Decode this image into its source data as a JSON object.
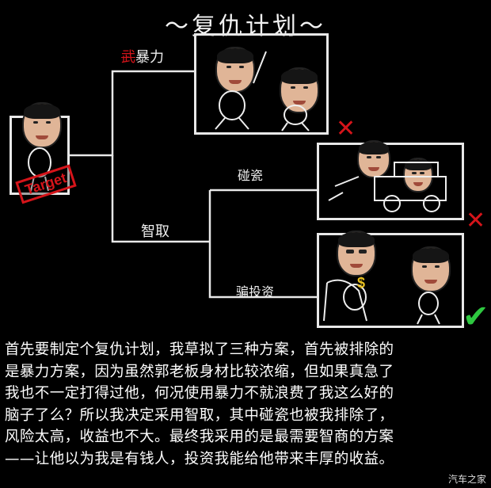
{
  "title": "～复仇计划～",
  "branches": {
    "violence": {
      "struck": "武",
      "label": "暴力"
    },
    "wisdom": {
      "label": "智取"
    },
    "porcelain": {
      "label": "碰瓷"
    },
    "scam": {
      "label": "骗投资"
    }
  },
  "target_tag": "Target",
  "caption_lines": [
    "首先要制定个复仇计划，我草拟了三种方案，首先被排除的",
    "是暴力方案，因为虽然郭老板身材比较浓缩，但如果真急了",
    "我也不一定打得过他，何况使用暴力不就浪费了我这么好的",
    "脑子了么？所以我决定采用智取，其中碰瓷也被我排除了，",
    "风险太高，收益也不大。最终我采用的是最需要智商的方案",
    "——让他以为我是有钱人，投资我能给他带来丰厚的收益。"
  ],
  "watermark": "汽车之家",
  "colors": {
    "background": "#000000",
    "reject": "#d5141a",
    "approve": "#2ec840",
    "tag": "#d5141a"
  }
}
